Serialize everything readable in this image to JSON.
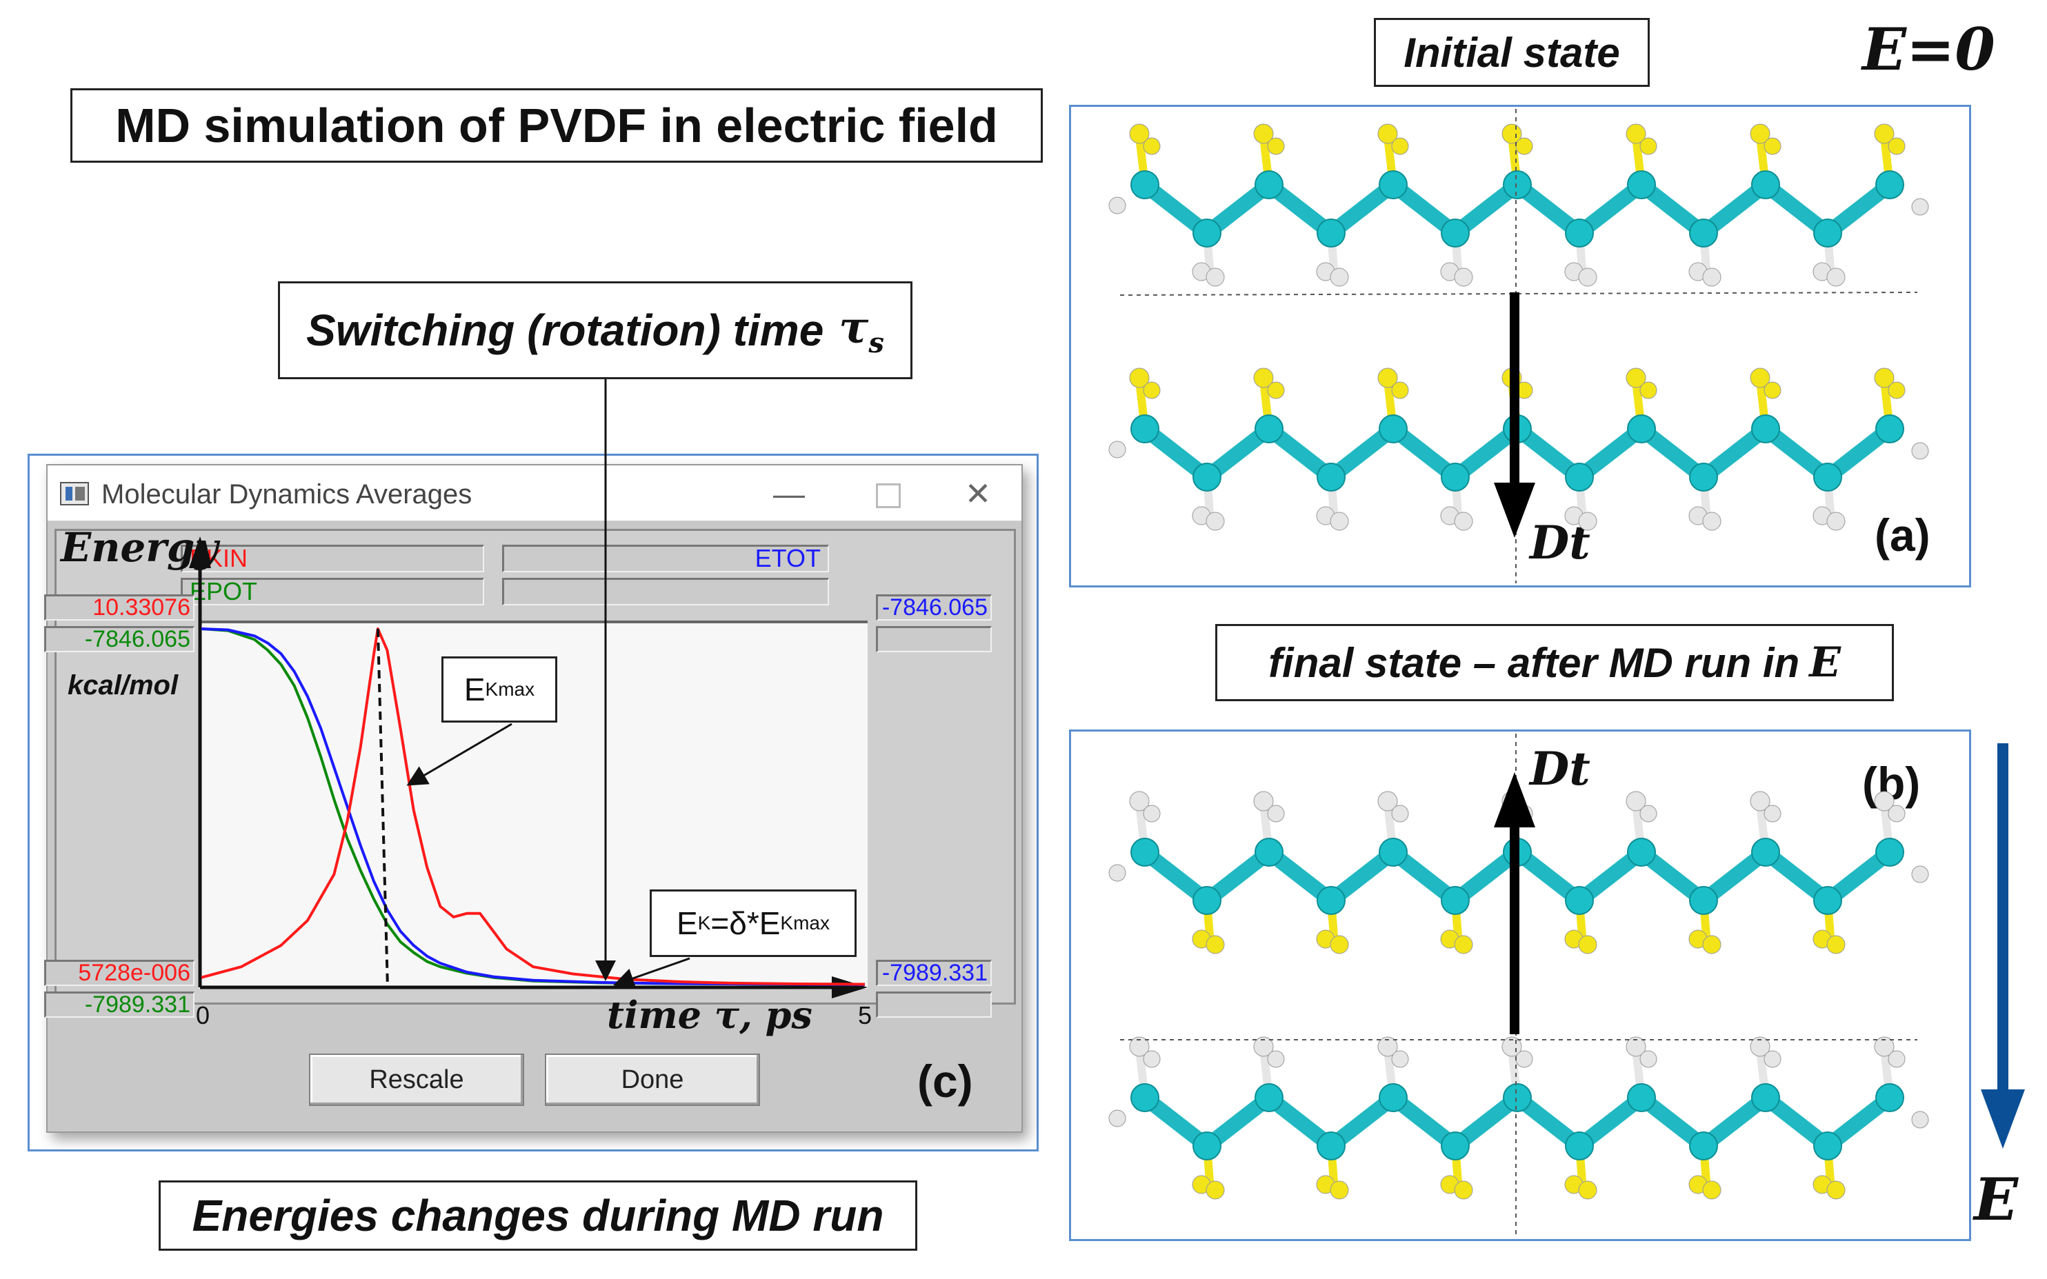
{
  "labels": {
    "main_title": "MD simulation of PVDF in electric field",
    "switching_label": "Switching (rotation) time",
    "tau_symbol": "τ",
    "tau_sub": "s",
    "energies_caption": "Energies changes during MD run",
    "initial_state": "Initial state",
    "final_state": "final state – after MD run in",
    "final_state_e": "E",
    "e_zero": "E=0",
    "field_e": "E",
    "dt_a": "Dt",
    "dt_b": "Dt",
    "panel_a": "(a)",
    "panel_b": "(b)",
    "panel_c": "(c)"
  },
  "window": {
    "title": "Molecular Dynamics Averages",
    "min_glyph": "—",
    "close_glyph": "✕",
    "rescale_label": "Rescale",
    "done_label": "Done"
  },
  "chart_data": {
    "type": "line",
    "y_axis_label": "Energy",
    "y_unit_label": "kcal/mol",
    "x_axis_label": "time τ, ps",
    "x_range": [
      0,
      5
    ],
    "x_ticks": [
      "0",
      "5"
    ],
    "legend": [
      {
        "name": "EKIN",
        "color": "#ff1a1a"
      },
      {
        "name": "EPOT",
        "color": "#0a8a0a"
      },
      {
        "name": "ETOT",
        "color": "#1a1aff"
      }
    ],
    "y_readouts": {
      "ekin_max": "10.33076",
      "epot_max": "-7846.065",
      "ekin_min": "5728e-006",
      "epot_min": "-7989.331",
      "etot_max": "-7846.065",
      "etot_min": "-7989.331"
    },
    "annotations": {
      "ekmax_main": "E",
      "ekmax_sub": "Kmax",
      "ek_main": "E",
      "ek_sub1": "K",
      "ek_eq": "=δ*E",
      "ek_sub2": "Kmax"
    },
    "peak_x": 1.33,
    "series": [
      {
        "name": "EKIN",
        "x": [
          0,
          0.3,
          0.6,
          0.8,
          1.0,
          1.1,
          1.2,
          1.3,
          1.33,
          1.4,
          1.5,
          1.6,
          1.7,
          1.8,
          1.9,
          2.0,
          2.1,
          2.2,
          2.3,
          2.5,
          2.8,
          3.2,
          3.6,
          4.0,
          4.5,
          5.0
        ],
        "y": [
          0.02,
          0.05,
          0.11,
          0.18,
          0.31,
          0.46,
          0.67,
          0.93,
          1.0,
          0.94,
          0.72,
          0.49,
          0.33,
          0.22,
          0.19,
          0.2,
          0.2,
          0.15,
          0.1,
          0.05,
          0.03,
          0.015,
          0.008,
          0.004,
          0.002,
          0.001
        ]
      },
      {
        "name": "EPOT",
        "x": [
          0,
          0.2,
          0.4,
          0.5,
          0.6,
          0.7,
          0.8,
          0.9,
          1.0,
          1.1,
          1.2,
          1.3,
          1.4,
          1.5,
          1.6,
          1.7,
          1.8,
          2.0,
          2.2,
          2.5,
          3.0,
          3.5,
          4.0,
          4.5,
          5.0
        ],
        "y": [
          1.0,
          0.995,
          0.97,
          0.94,
          0.9,
          0.84,
          0.75,
          0.64,
          0.52,
          0.41,
          0.32,
          0.24,
          0.17,
          0.12,
          0.09,
          0.065,
          0.05,
          0.032,
          0.02,
          0.01,
          0.005,
          0.003,
          0.002,
          0.001,
          0.001
        ]
      },
      {
        "name": "ETOT",
        "x": [
          0,
          0.2,
          0.4,
          0.5,
          0.6,
          0.7,
          0.8,
          0.9,
          1.0,
          1.1,
          1.2,
          1.3,
          1.4,
          1.5,
          1.6,
          1.7,
          1.8,
          2.0,
          2.2,
          2.5,
          3.0,
          3.5,
          4.0,
          4.5,
          5.0
        ],
        "y": [
          1.0,
          0.997,
          0.98,
          0.96,
          0.93,
          0.88,
          0.81,
          0.72,
          0.61,
          0.5,
          0.39,
          0.29,
          0.21,
          0.15,
          0.11,
          0.08,
          0.06,
          0.035,
          0.022,
          0.012,
          0.006,
          0.003,
          0.002,
          0.001,
          0.0
        ]
      }
    ]
  }
}
